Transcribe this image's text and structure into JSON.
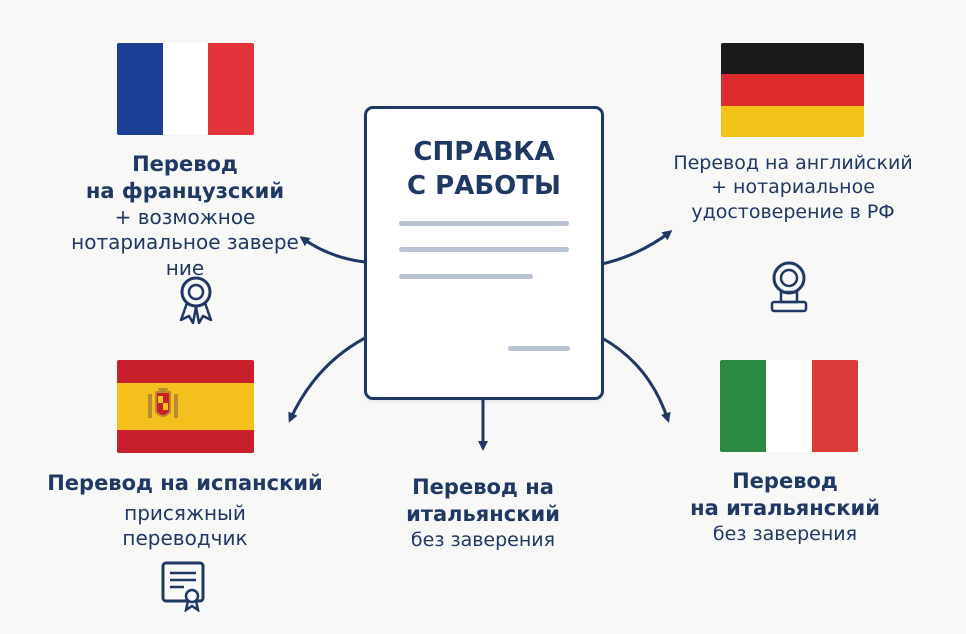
{
  "document": {
    "title_line1": "СПРАВКА",
    "title_line2": "С РАБОТЫ"
  },
  "branches": [
    {
      "id": "france",
      "flag_colors": [
        "#1b3f94",
        "#ffffff",
        "#e3333b"
      ],
      "line1": "Перевод",
      "line2": "на французский",
      "line3": "+ возможное",
      "line4": "нотариальное заверe",
      "line5": "ние",
      "icon": "award-ribbon-icon"
    },
    {
      "id": "germany",
      "flag_colors": [
        "#1a1a1a",
        "#de2b2b",
        "#f2c318"
      ],
      "line1": "Перевод на английский",
      "line2": "+ нотариальное",
      "line3": "удостоверение в РФ",
      "icon": "seal-stamp-icon"
    },
    {
      "id": "spain",
      "flag_colors": [
        "#c8202a",
        "#f4c01e",
        "#c8202a"
      ],
      "line1": "Перевод на испанский",
      "line2": "присяжный",
      "line3": "переводчик",
      "icon": "certificate-icon"
    },
    {
      "id": "center",
      "line1": "Перевод на",
      "line2": "итальянский",
      "line3": "без заверения"
    },
    {
      "id": "italy",
      "flag_colors": [
        "#2a8a44",
        "#ffffff",
        "#dd3a3a"
      ],
      "line1": "Перевод",
      "line2": "на итальянский",
      "line3": "без заверения"
    }
  ],
  "colors": {
    "ink": "#1f3864",
    "doc_line": "#b8c2d0"
  }
}
